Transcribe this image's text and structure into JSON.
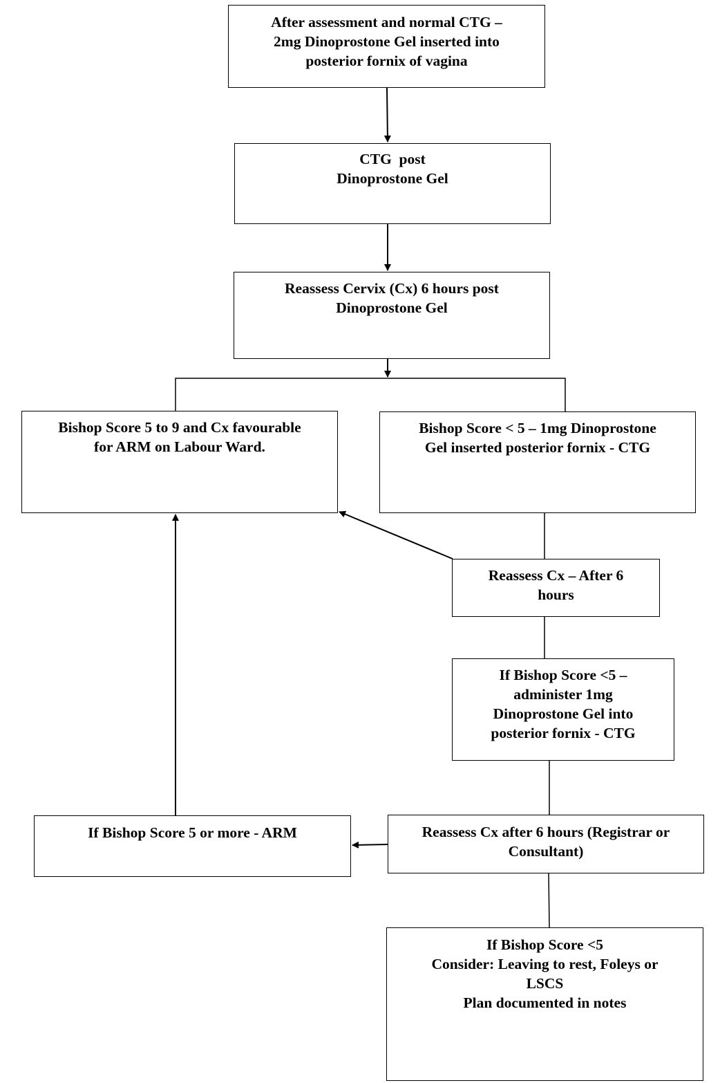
{
  "flowchart": {
    "nodes": {
      "start": {
        "lines": [
          "After assessment and normal CTG –",
          "2mg Dinoprostone Gel inserted into",
          "posterior fornix of vagina"
        ]
      },
      "ctg_post": {
        "lines": [
          "CTG  post",
          "Dinoprostone Gel"
        ]
      },
      "reassess_cervix": {
        "lines": [
          "Reassess Cervix (Cx) 6 hours post",
          "Dinoprostone Gel"
        ]
      },
      "favourable": {
        "lines": [
          "Bishop Score 5 to 9 and Cx favourable",
          "for ARM on Labour Ward."
        ]
      },
      "low_score": {
        "lines": [
          "Bishop Score < 5 – 1mg Dinoprostone",
          "Gel inserted posterior fornix - CTG"
        ]
      },
      "reassess_6h": {
        "lines": [
          "Reassess Cx – After 6",
          "hours"
        ]
      },
      "second_dose": {
        "lines": [
          "If Bishop Score <5 –",
          "administer 1mg",
          "Dinoprostone Gel into",
          "posterior fornix - CTG"
        ]
      },
      "arm": {
        "lines": [
          "If Bishop Score 5 or more - ARM"
        ]
      },
      "senior_reassess": {
        "lines": [
          "Reassess Cx after 6 hours (Registrar or",
          "Consultant)"
        ]
      },
      "final": {
        "lines": [
          "If Bishop Score <5",
          "Consider: Leaving to rest, Foleys or",
          "LSCS",
          "Plan documented in notes"
        ]
      }
    },
    "edges": [
      {
        "from": "start",
        "to": "ctg_post",
        "arrow": true
      },
      {
        "from": "ctg_post",
        "to": "reassess_cervix",
        "arrow": true
      },
      {
        "from": "reassess_cervix",
        "to": "favourable",
        "arrow": false
      },
      {
        "from": "reassess_cervix",
        "to": "low_score",
        "arrow": false
      },
      {
        "from": "low_score",
        "to": "reassess_6h",
        "arrow": false
      },
      {
        "from": "reassess_6h",
        "to": "favourable",
        "arrow": true
      },
      {
        "from": "reassess_6h",
        "to": "second_dose",
        "arrow": false
      },
      {
        "from": "second_dose",
        "to": "senior_reassess",
        "arrow": false
      },
      {
        "from": "senior_reassess",
        "to": "arm",
        "arrow": true
      },
      {
        "from": "arm",
        "to": "favourable",
        "arrow": true
      },
      {
        "from": "senior_reassess",
        "to": "final",
        "arrow": false
      }
    ],
    "colors": {
      "line": "#000000",
      "box_fill": "#ffffff",
      "text": "#000000"
    }
  }
}
